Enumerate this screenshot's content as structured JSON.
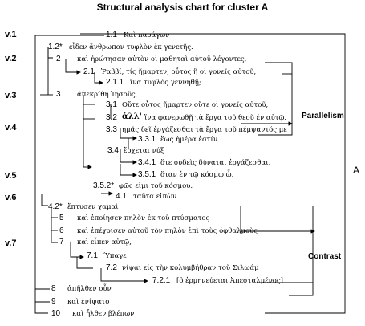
{
  "title": "Structural analysis chart for cluster A",
  "verses": [
    "v.1",
    "v.2",
    "v.3",
    "v.4",
    "v.5",
    "v.6",
    "v.7"
  ],
  "rows": [
    {
      "num": "1.1",
      "text": "Καὶ παράγων"
    },
    {
      "num": "1.2*",
      "text": "εἶδεν ἄνθρωπον τυφλὸν ἐκ γενετῆς."
    },
    {
      "num": "2",
      "text": "καὶ ἠρώτησαν αὐτὸν οἱ μαθηταὶ αὐτοῦ λέγοντες,"
    },
    {
      "num": "2.1",
      "text": "Ῥαββί, τίς ἥμαρτεν, οὗτος ἢ οἱ γονεῖς αὐτοῦ,"
    },
    {
      "num": "2.1.1",
      "text": "ἵνα τυφλὸς γεννηθῇ;"
    },
    {
      "num": "3",
      "text": "ἀπεκρίθη Ἰησοῦς,"
    },
    {
      "num": "3.1",
      "text": "Οὔτε οὗτος ἥμαρτεν οὔτε οἱ γονεῖς αὐτοῦ,"
    },
    {
      "num": "3.2",
      "strong": "ἀλλ'",
      "text": "ἵνα φανερωθῇ τὰ ἔργα τοῦ θεοῦ ἐν αὐτῷ."
    },
    {
      "num": "3.3",
      "text": "ἡμᾶς δεῖ ἐργάζεσθαι τὰ ἔργα τοῦ πέμψαντός με"
    },
    {
      "num": "3.3.1",
      "text": "ἕως ἡμέρα ἐστίν"
    },
    {
      "num": "3.4",
      "text": "ἔρχεται νύξ"
    },
    {
      "num": "3.4.1",
      "text": "ὅτε οὐδεὶς δύναται ἐργάζεσθαι."
    },
    {
      "num": "3.5.1",
      "text": "ὅταν ἐν τῷ κόσμῳ ὦ,"
    },
    {
      "num": "3.5.2*",
      "text": "φῶς εἰμι τοῦ κόσμου."
    },
    {
      "num": "4.1",
      "text": "ταῦτα εἰπὼν"
    },
    {
      "num": "4.2*",
      "text": "ἔπτυσεν χαμαὶ"
    },
    {
      "num": "5",
      "text": "καὶ ἐποίησεν πηλὸν ἐκ τοῦ πτύσματος"
    },
    {
      "num": "6",
      "text": "καὶ ἐπέχρισεν αὐτοῦ τὸν πηλὸν ἐπὶ τοὺς ὀφθαλμοὺς"
    },
    {
      "num": "7",
      "text": "καὶ εἶπεν αὐτῷ,"
    },
    {
      "num": "7.1",
      "text": "Ὕπαγε"
    },
    {
      "num": "7.2",
      "text": "νίψαι εἰς τὴν κολυμβήθραν τοῦ Σιλωάμ"
    },
    {
      "num": "7.2.1",
      "text": "[ὃ ἑρμηνεύεται Ἀπεσταλμένος]"
    },
    {
      "num": "8",
      "text": "ἀπῆλθεν οὖν"
    },
    {
      "num": "9",
      "text": "καὶ ἐνίψατο"
    },
    {
      "num": "10",
      "text": "καὶ ἦλθεν βλέπων"
    }
  ],
  "labels": {
    "parallelism": "Parallelism",
    "contrast": "Contrast",
    "A": "A"
  }
}
